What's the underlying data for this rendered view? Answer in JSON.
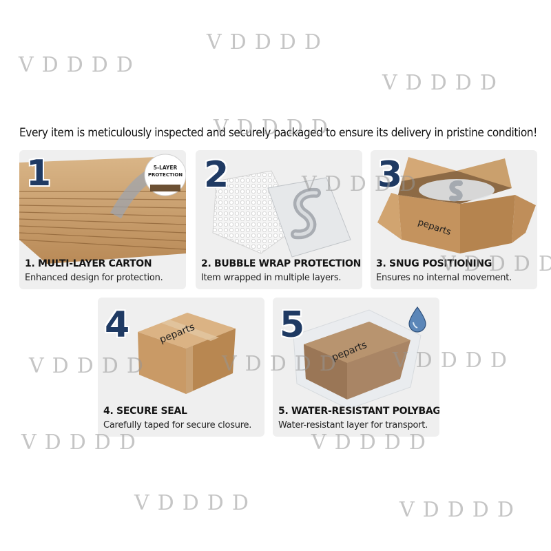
{
  "headline": "Every item is meticulously inspected and securely packaged to ensure its delivery in pristine condition!",
  "watermark_text": "VDDDD",
  "brand_label": "peparts",
  "badge": {
    "line1": "5-LAYER",
    "line2": "PROTECTION"
  },
  "steps": [
    {
      "number": "1",
      "title": "1. MULTI-LAYER CARTON",
      "description": "Enhanced design for protection."
    },
    {
      "number": "2",
      "title": "2. BUBBLE WRAP PROTECTION",
      "description": "Item wrapped in multiple layers."
    },
    {
      "number": "3",
      "title": "3. SNUG POSITIONING",
      "description": "Ensures no internal movement."
    },
    {
      "number": "4",
      "title": "4. SECURE SEAL",
      "description": "Carefully taped for secure closure."
    },
    {
      "number": "5",
      "title": "5. WATER-RESISTANT POLYBAG",
      "description": "Water-resistant layer for transport."
    }
  ],
  "colors": {
    "number_fill": "#1f3a63",
    "card_bg": "#efefef",
    "cardboard": "#c89b68",
    "water_drop": "#5b86b8"
  },
  "icons": [
    "corrugated-cardboard",
    "bubble-wrap",
    "open-box",
    "sealed-box",
    "water-drop-icon",
    "polybag"
  ]
}
